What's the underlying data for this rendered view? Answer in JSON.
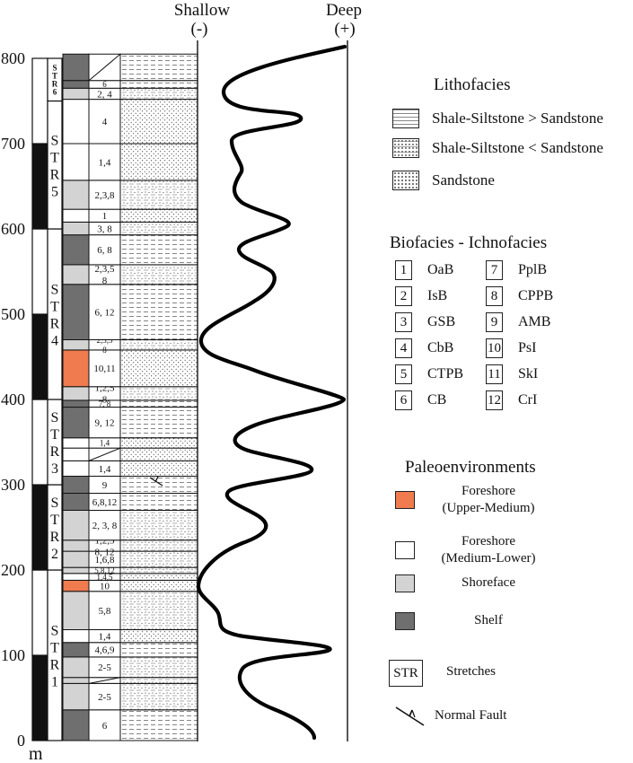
{
  "header": {
    "shallow_label": "Shallow",
    "shallow_sign": "(-)",
    "deep_label": "Deep",
    "deep_sign": "(+)"
  },
  "depth_axis": {
    "unit": "m",
    "ticks": [
      "0",
      "100",
      "200",
      "300",
      "400",
      "500",
      "600",
      "700",
      "800"
    ]
  },
  "stretches": [
    {
      "letters": [
        "S",
        "T",
        "R",
        "1"
      ]
    },
    {
      "letters": [
        "S",
        "T",
        "R",
        "2"
      ]
    },
    {
      "letters": [
        "S",
        "T",
        "R",
        "3"
      ]
    },
    {
      "letters": [
        "S",
        "T",
        "R",
        "4"
      ]
    },
    {
      "letters": [
        "S",
        "T",
        "R",
        "5"
      ]
    },
    {
      "letters": [
        "S",
        "T",
        "R",
        "6"
      ]
    }
  ],
  "column_units": [
    {
      "label": "6",
      "env": "shelf"
    },
    {
      "label": "2-5",
      "env": "shoreface"
    },
    {
      "label": "",
      "env": "shoreface"
    },
    {
      "label": "2-5",
      "env": "shoreface"
    },
    {
      "label": "4,6,9",
      "env": "shelf"
    },
    {
      "label": "1,4",
      "env": "foreshore-ml"
    },
    {
      "label": "5,8",
      "env": "shoreface"
    },
    {
      "label": "10",
      "env": "foreshore-um"
    },
    {
      "label": "1,4,5",
      "env": "foreshore-ml"
    },
    {
      "label": "5,8,12",
      "env": "shoreface"
    },
    {
      "label": "1,6,8",
      "env": "shoreface"
    },
    {
      "label": "1,2,5\n8, 12",
      "env": "shoreface"
    },
    {
      "label": "2, 3, 8",
      "env": "shoreface"
    },
    {
      "label": "6,8,12",
      "env": "shelf"
    },
    {
      "label": "9",
      "env": "shelf"
    },
    {
      "label": "1,4",
      "env": "foreshore-ml"
    },
    {
      "label": "",
      "env": "foreshore-ml"
    },
    {
      "label": "1,4",
      "env": "foreshore-ml"
    },
    {
      "label": "9, 12",
      "env": "shelf"
    },
    {
      "label": "7, 8",
      "env": "shelf"
    },
    {
      "label": "1,2,5\n8",
      "env": "shoreface"
    },
    {
      "label": "10,11",
      "env": "foreshore-um"
    },
    {
      "label": "2,3,5\n8",
      "env": "shoreface"
    },
    {
      "label": "6, 12",
      "env": "shelf"
    },
    {
      "label": "2,3,5\n8",
      "env": "shoreface"
    },
    {
      "label": "6, 8",
      "env": "shelf"
    },
    {
      "label": "3, 8",
      "env": "shoreface"
    },
    {
      "label": "1",
      "env": "foreshore-ml"
    },
    {
      "label": "2,3,8",
      "env": "shoreface"
    },
    {
      "label": "1,4",
      "env": "foreshore-ml"
    },
    {
      "label": "4",
      "env": "foreshore-ml"
    },
    {
      "label": "2, 4",
      "env": "shoreface"
    },
    {
      "label": "6",
      "env": "shelf"
    },
    {
      "label": "",
      "env": "shelf"
    }
  ],
  "legend": {
    "lithofacies_title": "Lithofacies",
    "lithofacies": [
      {
        "label": "Shale-Siltstone > Sandstone",
        "pattern": "shale-gt"
      },
      {
        "label": "Shale-Siltstone < Sandstone",
        "pattern": "shale-lt"
      },
      {
        "label": "Sandstone",
        "pattern": "sand"
      }
    ],
    "biofacies_title": "Biofacies - Ichnofacies",
    "biofacies": [
      {
        "num": "1",
        "code": "OaB"
      },
      {
        "num": "7",
        "code": "PplB"
      },
      {
        "num": "2",
        "code": "IsB"
      },
      {
        "num": "8",
        "code": "CPPB"
      },
      {
        "num": "3",
        "code": "GSB"
      },
      {
        "num": "9",
        "code": "AMB"
      },
      {
        "num": "4",
        "code": "CbB"
      },
      {
        "num": "10",
        "code": "PsI"
      },
      {
        "num": "5",
        "code": "CTPB"
      },
      {
        "num": "11",
        "code": "SkI"
      },
      {
        "num": "6",
        "code": "CB"
      },
      {
        "num": "12",
        "code": "CrI"
      }
    ],
    "paleo_title": "Paleoenvironments",
    "paleo": [
      {
        "line1": "Foreshore",
        "line2": "(Upper-Medium)",
        "color": "#ef7b4f"
      },
      {
        "line1": "Foreshore",
        "line2": "(Medium-Lower)",
        "color": "#ffffff"
      },
      {
        "line1": "Shoreface",
        "line2": "",
        "color": "#d3d3d3"
      },
      {
        "line1": "Shelf",
        "line2": "",
        "color": "#6f6f6f"
      }
    ],
    "str_box": "STR",
    "str_label": "Stretches",
    "fault_label": "Normal Fault"
  },
  "colors": {
    "foreshore_um": "#ef7b4f",
    "foreshore_ml": "#ffffff",
    "shoreface": "#d3d3d3",
    "shelf": "#6f6f6f",
    "scale_black": "#111111"
  }
}
